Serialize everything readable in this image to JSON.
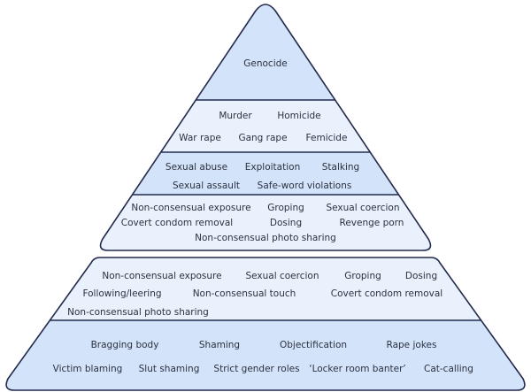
{
  "colors": {
    "outline": "#232a4d",
    "band_dark": "#d3e3f9",
    "band_light": "#e9f1fc",
    "text": "#2b3140"
  },
  "upper_pyramid": {
    "tiers": [
      {
        "name": "genocide",
        "items": [
          "Genocide"
        ]
      },
      {
        "name": "murder",
        "items": [
          "Murder",
          "Homicide",
          "War rape",
          "Gang rape",
          "Femicide"
        ]
      },
      {
        "name": "abuse",
        "items": [
          "Sexual abuse",
          "Exploitation",
          "Stalking",
          "Sexual assault",
          "Safe-word violations"
        ]
      },
      {
        "name": "nonconsensual",
        "items": [
          "Non-consensual exposure",
          "Groping",
          "Sexual coercion",
          "Covert condom removal",
          "Dosing",
          "Revenge porn",
          "Non-consensual photo sharing"
        ]
      }
    ]
  },
  "lower_pyramid": {
    "tiers": [
      {
        "name": "behaviours",
        "items": [
          "Non-consensual exposure",
          "Sexual coercion",
          "Groping",
          "Dosing",
          "Following/leering",
          "Non-consensual touch",
          "Covert condom removal",
          "Non-consensual photo sharing"
        ]
      },
      {
        "name": "attitudes",
        "items": [
          "Bragging body",
          "Shaming",
          "Objectification",
          "Rape jokes",
          "Victim blaming",
          "Slut shaming",
          "Strict gender roles",
          "‘Locker room banter’",
          "Cat-calling"
        ]
      }
    ]
  }
}
